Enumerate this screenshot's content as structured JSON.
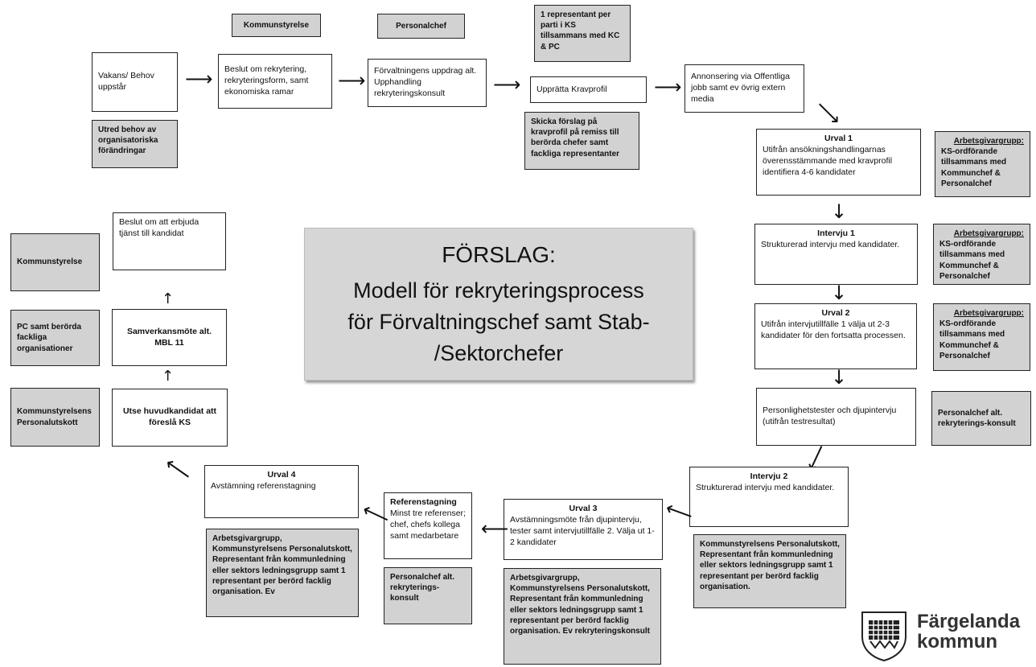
{
  "title": {
    "heading": "FÖRSLAG:",
    "line1": "Modell för rekryteringsprocess",
    "line2": "för Förvaltningschef samt Stab-",
    "line3": "/Sektorchefer"
  },
  "top_row": {
    "vakans": "Vakans/ Behov uppstår",
    "beslut": "Beslut om rekrytering, rekryteringsform, samt ekonomiska ramar",
    "forvaltning": "Förvaltningens uppdrag alt. Upphandling rekryteringskonsult",
    "kravprofil": "Upprätta Kravprofil",
    "annonsering": "Annonsering via Offentliga jobb samt ev övrig extern media"
  },
  "top_grey": {
    "kommunstyrelse": "Kommunstyrelse",
    "personalchef": "Personalchef",
    "representant": "1 representant per parti i KS tillsammans med KC & PC",
    "utred": "Utred behov av organisatoriska förändringar",
    "skicka": "Skicka förslag på kravprofil på remiss till berörda chefer samt fackliga representanter"
  },
  "right_col": {
    "urval1_title": "Urval 1",
    "urval1_text": "Utifrån ansökningshandlingarnas överensstämmande med kravprofil identifiera 4-6 kandidater",
    "intervju1_title": "Intervju 1",
    "intervju1_text": "Strukturerad intervju med kandidater.",
    "urval2_title": "Urval 2",
    "urval2_text": "Utifrån intervjutillfälle 1 välja ut 2-3 kandidater för den fortsatta processen.",
    "personlighet": "Personlighetstester och djupintervju (utifrån testresultat)"
  },
  "right_grey": {
    "ag_title": "Arbetsgivargrupp:",
    "ag_text": "KS-ordförande tillsammans med Kommunchef & Personalchef",
    "personalchef_alt": "Personalchef alt. rekryterings-konsult"
  },
  "bottom_row": {
    "intervju2_title": "Intervju 2",
    "intervju2_text": "Strukturerad intervju med kandidater.",
    "urval3_title": "Urval 3",
    "urval3_text": "Avstämningsmöte från djupintervju, tester samt intervjutillfälle 2. Välja ut 1-2 kandidater",
    "referens_title": "Referenstagning",
    "referens_text": "Minst tre referenser; chef, chefs kollega samt medarbetare",
    "urval4_title": "Urval 4",
    "urval4_text": "Avstämning referenstagning"
  },
  "bottom_grey": {
    "intervju2_grey": "Kommunstyrelsens Personalutskott, Representant från kommunledning eller sektors ledningsgrupp samt 1 representant per berörd facklig organisation.",
    "urval3_grey": "Arbetsgivargrupp, Kommunstyrelsens Personalutskott, Representant från kommunledning eller sektors ledningsgrupp samt 1 representant per berörd facklig organisation. Ev rekryteringskonsult",
    "referens_grey": "Personalchef alt. rekryterings-konsult",
    "urval4_grey": "Arbetsgivargrupp, Kommunstyrelsens Personalutskott, Representant från kommunledning eller sektors ledningsgrupp samt 1 representant per berörd facklig organisation. Ev"
  },
  "left_col": {
    "utse": "Utse huvudkandidat att föreslå KS",
    "samverkan": "Samverkansmöte alt. MBL 11",
    "erbjuda": "Beslut om att erbjuda tjänst till kandidat"
  },
  "left_grey": {
    "ks_personalutskott": "Kommunstyrelsens Personalutskott",
    "pc_fackliga": "PC samt berörda fackliga organisationer",
    "kommunstyrelse": "Kommunstyrelse"
  },
  "logo": {
    "line1": "Färgelanda",
    "line2": "kommun"
  }
}
